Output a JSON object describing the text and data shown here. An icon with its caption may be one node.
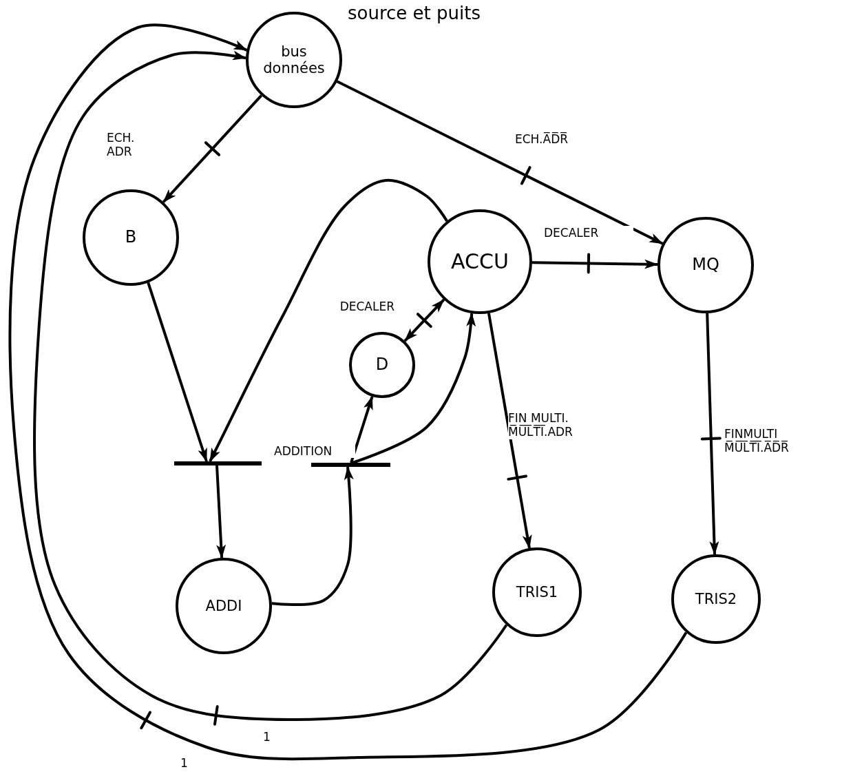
{
  "diagram": {
    "nodes": [
      {
        "text": [
          "bus données"
        ],
        "beside": [
          "source et puits"
        ]
      },
      {
        "text": [
          "B"
        ]
      },
      {
        "text": [
          "ACCU"
        ]
      },
      {
        "text": [
          "MQ"
        ]
      },
      {
        "text": [
          "D"
        ]
      },
      {
        "text": [],
        "shape": "bar"
      },
      {
        "text": [],
        "shape": "bar",
        "beside": [
          "ADDITION"
        ]
      },
      {
        "text": [
          "ADDI"
        ]
      },
      {
        "text": [
          "TRIS1"
        ]
      },
      {
        "text": [
          "TRIS2"
        ]
      }
    ],
    "edges": [
      {
        "from": 0,
        "to": 1,
        "arrow": "to",
        "label": "ECH. ADR"
      },
      {
        "from": 0,
        "to": 3,
        "arrow": "to",
        "label": "ECH.A̅D̅R̅"
      },
      {
        "from": 2,
        "to": 3,
        "arrow": "to",
        "label": "DECALER"
      },
      {
        "from": 2,
        "to": 4,
        "arrow": "both",
        "label": "DECALER"
      },
      {
        "from": 1,
        "to": 5,
        "arrow": "to"
      },
      {
        "from": 2,
        "to": 5,
        "arrow": "to"
      },
      {
        "from": 5,
        "to": 7,
        "arrow": "to"
      },
      {
        "from": 7,
        "to": 6,
        "arrow": "to"
      },
      {
        "from": 6,
        "to": 4,
        "arrow": "to"
      },
      {
        "from": 6,
        "to": 2,
        "arrow": "to"
      },
      {
        "from": 2,
        "to": 8,
        "arrow": "to",
        "label": "FIN MULTI. M̅U̅L̅T̅I̅.ADR"
      },
      {
        "from": 3,
        "to": 9,
        "arrow": "to",
        "label": "FINMULTI M̅U̅L̅T̅I̅.A̅D̅R̅"
      },
      {
        "from": 8,
        "to": 0,
        "arrow": "to",
        "label": "1"
      },
      {
        "from": 9,
        "to": 0,
        "arrow": "to",
        "label": "1"
      }
    ]
  }
}
